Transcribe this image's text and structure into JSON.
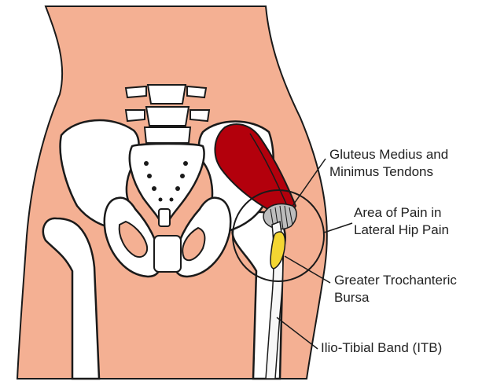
{
  "labels": {
    "tendons": [
      "Gluteus Medius and",
      "Minimus Tendons"
    ],
    "pain": [
      "Area of Pain in",
      "Lateral Hip Pain"
    ],
    "bursa": [
      "Greater Trochanteric",
      "Bursa"
    ],
    "itb": [
      "Ilio-Tibial Band (ITB)"
    ]
  },
  "colors": {
    "skin": "#f4b093",
    "skin_outline": "#1a1a1a",
    "bone": "#ffffff",
    "muscle": "#b3000c",
    "bursa": "#f3d632",
    "tendon": "#bdbdbd"
  }
}
